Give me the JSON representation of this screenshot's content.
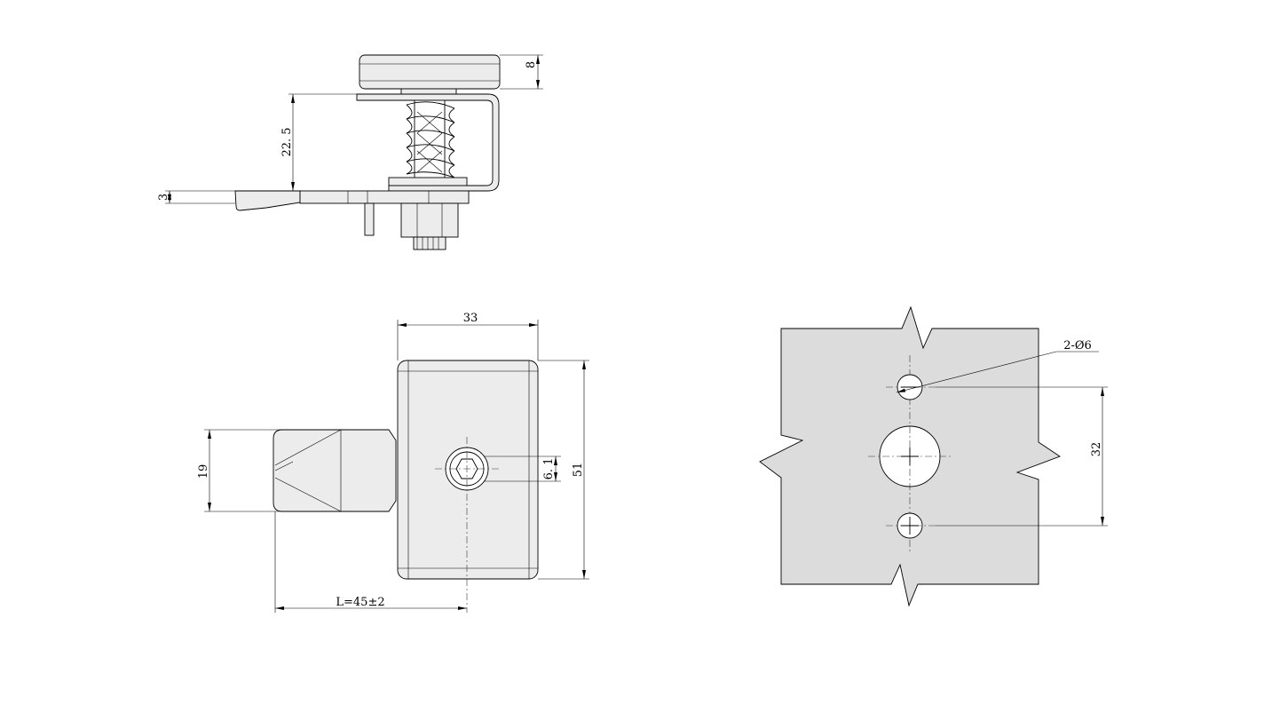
{
  "side_view": {
    "knob_height": "8",
    "spring_height": "22. 5",
    "tongue_thickness": "3"
  },
  "front_view": {
    "width": "33",
    "height": "51",
    "tongue_width": "19",
    "offset": "6. 1",
    "length": "L=45±2"
  },
  "cutout_view": {
    "holes": "2-Ø6",
    "spacing": "32"
  }
}
